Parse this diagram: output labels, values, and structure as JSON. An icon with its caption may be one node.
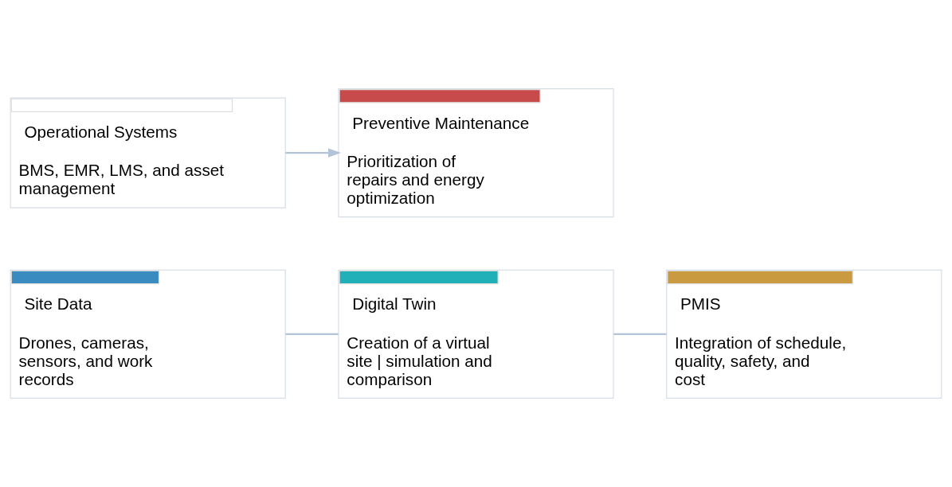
{
  "diagram": {
    "nodes": [
      {
        "text": [
          "Site Data",
          "Drones, cameras, sensors, and work records"
        ]
      },
      {
        "text": [
          "Digital Twin",
          "Creation of a virtual site | simulation and comparison"
        ]
      },
      {
        "text": [
          "PMIS",
          "Integration of schedule, quality, safety, and cost"
        ]
      },
      {
        "text": [
          "Operational Systems",
          "BMS, EMR, LMS, and asset management"
        ]
      },
      {
        "text": [
          "Preventive Maintenance",
          "Prioritization of repairs and energy optimization"
        ]
      }
    ],
    "edges": [
      {
        "from": 0,
        "to": 1,
        "arrow": "none"
      },
      {
        "from": 1,
        "to": 2,
        "arrow": "none"
      },
      {
        "from": 3,
        "to": 4,
        "arrow": "to"
      }
    ]
  }
}
